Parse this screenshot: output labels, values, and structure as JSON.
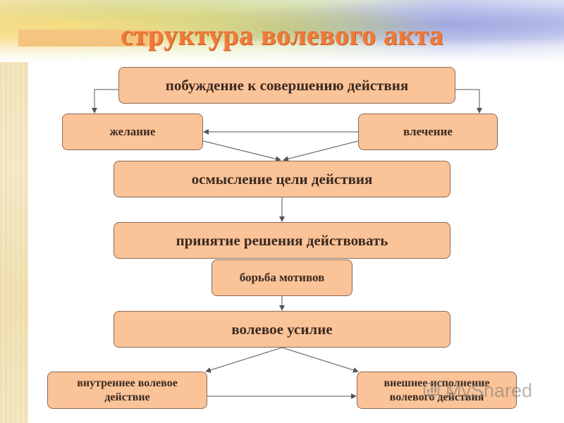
{
  "slide": {
    "title": "структура волевого акта"
  },
  "nodes": {
    "impulse": "побуждение к совершению действия",
    "desire": "желание",
    "drive": "влечение",
    "goal": "осмысление цели действия",
    "decision": "принятие решения действовать",
    "motives": "борьба мотивов",
    "effort": "волевое усилие",
    "internal_line1": "внутреннее волевое",
    "internal_line2": "действие",
    "external_line1": "внешнее исполнение",
    "external_line2": "волевого действия"
  },
  "watermark": {
    "text": "MyShared"
  },
  "colors": {
    "box_fill": "#fbc398",
    "box_border": "#8a6b55",
    "title": "#f07a3a",
    "arrow": "#555555"
  }
}
